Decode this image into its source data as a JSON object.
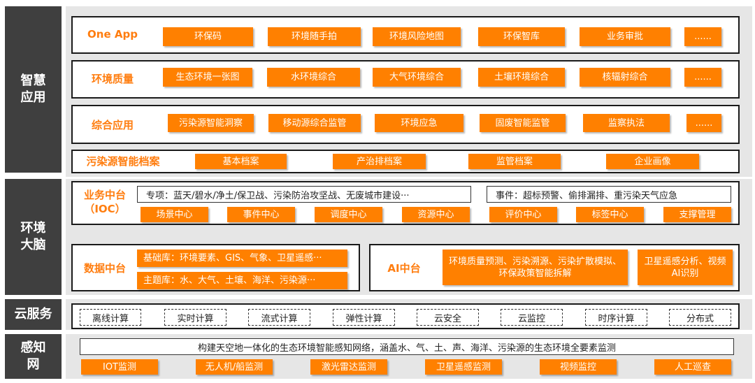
{
  "sidebar": {
    "smart_app": [
      "智慧",
      "应用"
    ],
    "env_brain": [
      "环境",
      "大脑"
    ],
    "cloud": "云服务",
    "perception": [
      "感知",
      "网"
    ]
  },
  "one_app": {
    "title": "One App",
    "items": [
      "环保码",
      "环境随手拍",
      "环境风险地图",
      "环保智库",
      "业务审批",
      "......"
    ]
  },
  "env_quality": {
    "title": "环境质量",
    "items": [
      "生态环境一张图",
      "水环境综合",
      "大气环境综合",
      "土壤环境综合",
      "核辐射综合",
      "......"
    ]
  },
  "integrated": {
    "title": "综合应用",
    "items": [
      "污染源智能洞察",
      "移动源综合监管",
      "环境应急",
      "固废智能监管",
      "监察执法",
      "......"
    ]
  },
  "pollution_archive": {
    "title": "污染源智能档案",
    "items": [
      "基本档案",
      "产治排档案",
      "监管档案",
      "企业画像"
    ]
  },
  "ioc": {
    "title_line1": "业务中台",
    "title_line2": "（IOC）",
    "special": "专项：蓝天/碧水/净土/保卫战、污染防治攻坚战、无废城市建设···",
    "events": "事件：超标预警、偷排漏排、重污染天气应急",
    "items": [
      "场景中心",
      "事件中心",
      "调度中心",
      "资源中心",
      "评价中心",
      "标签中心",
      "支撑管理"
    ]
  },
  "data_platform": {
    "title": "数据中台",
    "base": "基础库：环境要素、GIS、气象、卫星遥感···",
    "theme": "主题库：水、大气、土壤、海洋、污染源···"
  },
  "ai_platform": {
    "title": "AI中台",
    "item1": "环境质量预测、污染溯源、污染扩散模拟、环保政策智能拆解",
    "item2": "卫星遥感分析、视频AI识别"
  },
  "cloud_services": {
    "items": [
      "离线计算",
      "实时计算",
      "流式计算",
      "弹性计算",
      "云安全",
      "云监控",
      "时序计算",
      "分布式"
    ]
  },
  "perception": {
    "banner": "构建天空地一体化的生态环境智能感知网络，涵盖水、气、土、声、海洋、污染源的生态环境全要素监测",
    "items": [
      "IOT监测",
      "无人机/船监测",
      "激光雷达监测",
      "卫星遥感监测",
      "视频监控",
      "人工巡查"
    ]
  },
  "colors": {
    "accent_orange": "#ff8000",
    "title_orange": "#ff7d0f",
    "sidebar_dark": "#3f3f3f",
    "band_gray": "#e6e6e6"
  }
}
